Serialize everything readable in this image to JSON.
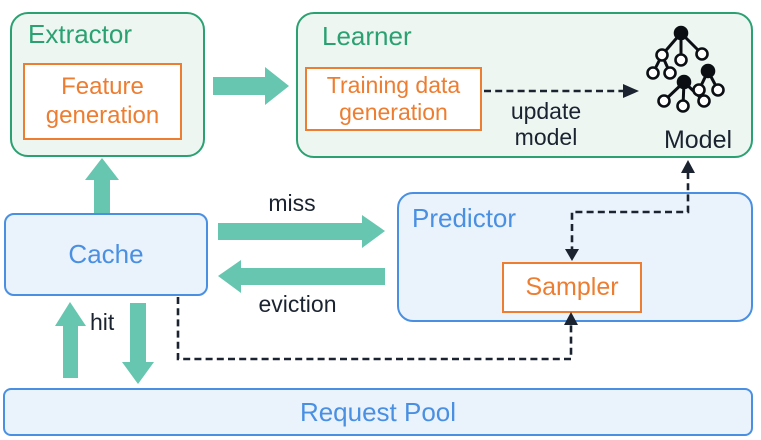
{
  "colors": {
    "green": "#2ba172",
    "green-fill": "#edf6f1",
    "teal": "#66c6b0",
    "blue": "#4a90e2",
    "blue-border": "#4a90e2",
    "blue-fill": "#eaf2fc",
    "orange": "#ed7d31",
    "ink": "#1b2330"
  },
  "extractor": {
    "title": "Extractor",
    "feature_box": "Feature generation"
  },
  "learner": {
    "title": "Learner",
    "training_box": "Training data generation",
    "model_label": "Model",
    "model_icon": "decision-tree-icon"
  },
  "cache": {
    "label": "Cache"
  },
  "predictor": {
    "title": "Predictor",
    "sampler_box": "Sampler"
  },
  "request_pool": {
    "label": "Request Pool"
  },
  "edges": {
    "miss": "miss",
    "eviction": "eviction",
    "hit": "hit",
    "update_model": "update\nmodel"
  }
}
